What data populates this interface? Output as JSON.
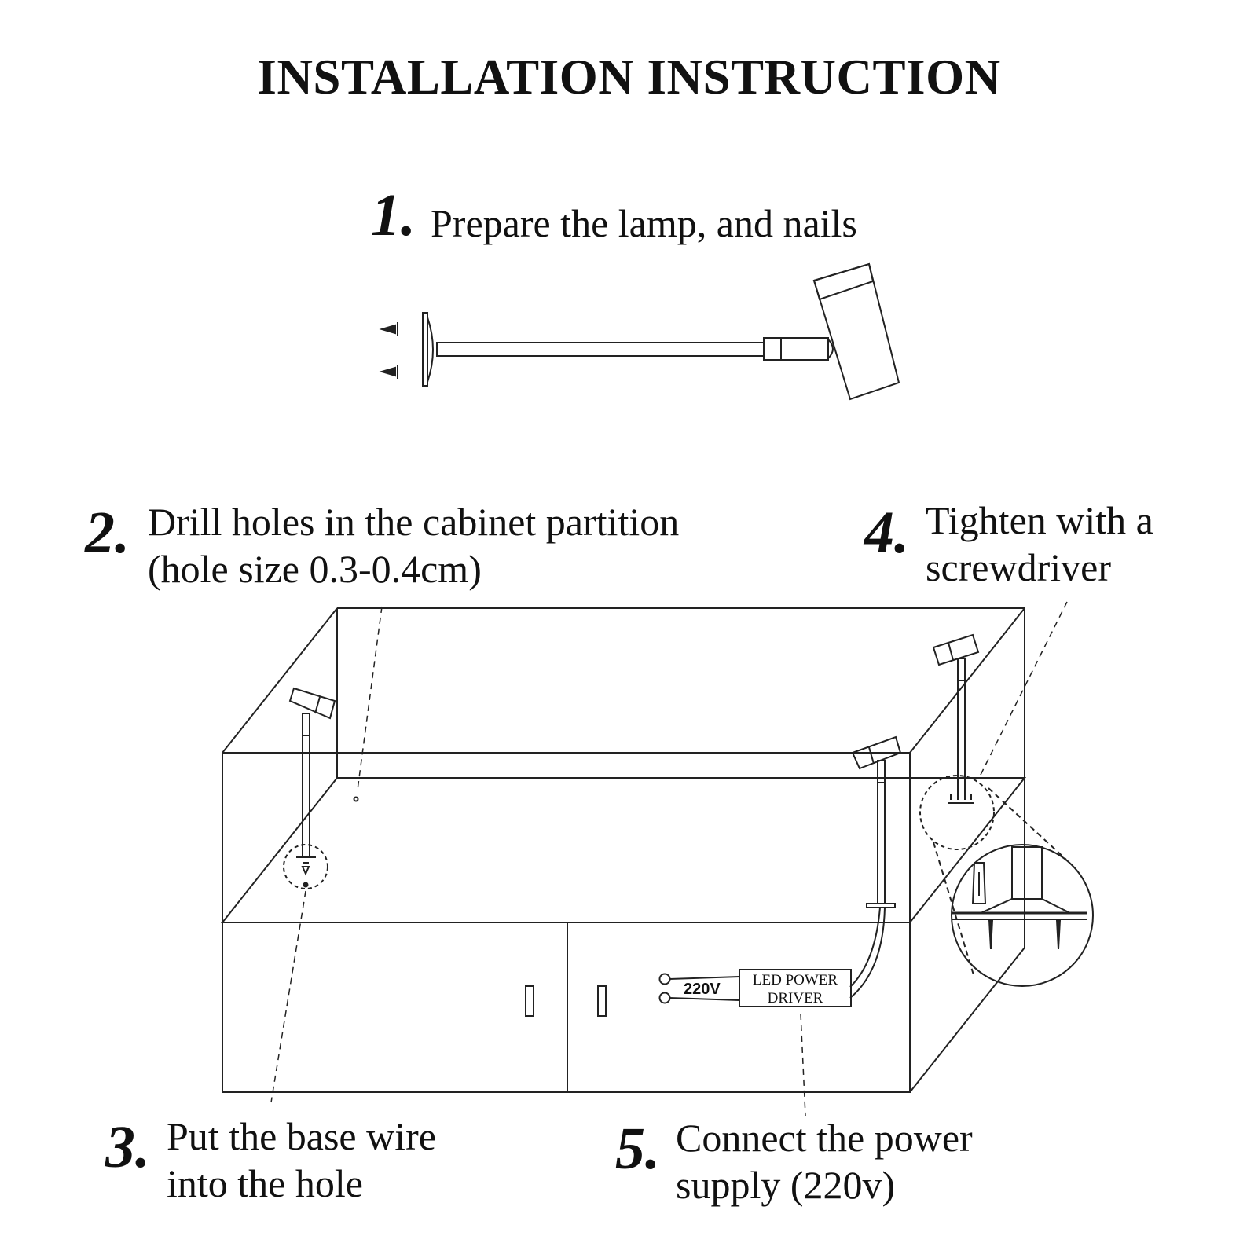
{
  "title": "INSTALLATION INSTRUCTION",
  "steps": [
    {
      "num": "1.",
      "lines": [
        "Prepare the lamp, and nails"
      ]
    },
    {
      "num": "2.",
      "lines": [
        "Drill holes in the cabinet partition",
        "(hole size 0.3-0.4cm)"
      ]
    },
    {
      "num": "3.",
      "lines": [
        "Put the base wire",
        "into the hole"
      ]
    },
    {
      "num": "4.",
      "lines": [
        "Tighten with a",
        "screwdriver"
      ]
    },
    {
      "num": "5.",
      "lines": [
        "Connect the power",
        "supply (220v)"
      ]
    }
  ],
  "driver": {
    "voltage": "220V",
    "line1": "LED POWER",
    "line2": "DRIVER"
  },
  "colors": {
    "line": "#222222",
    "background": "#ffffff"
  }
}
